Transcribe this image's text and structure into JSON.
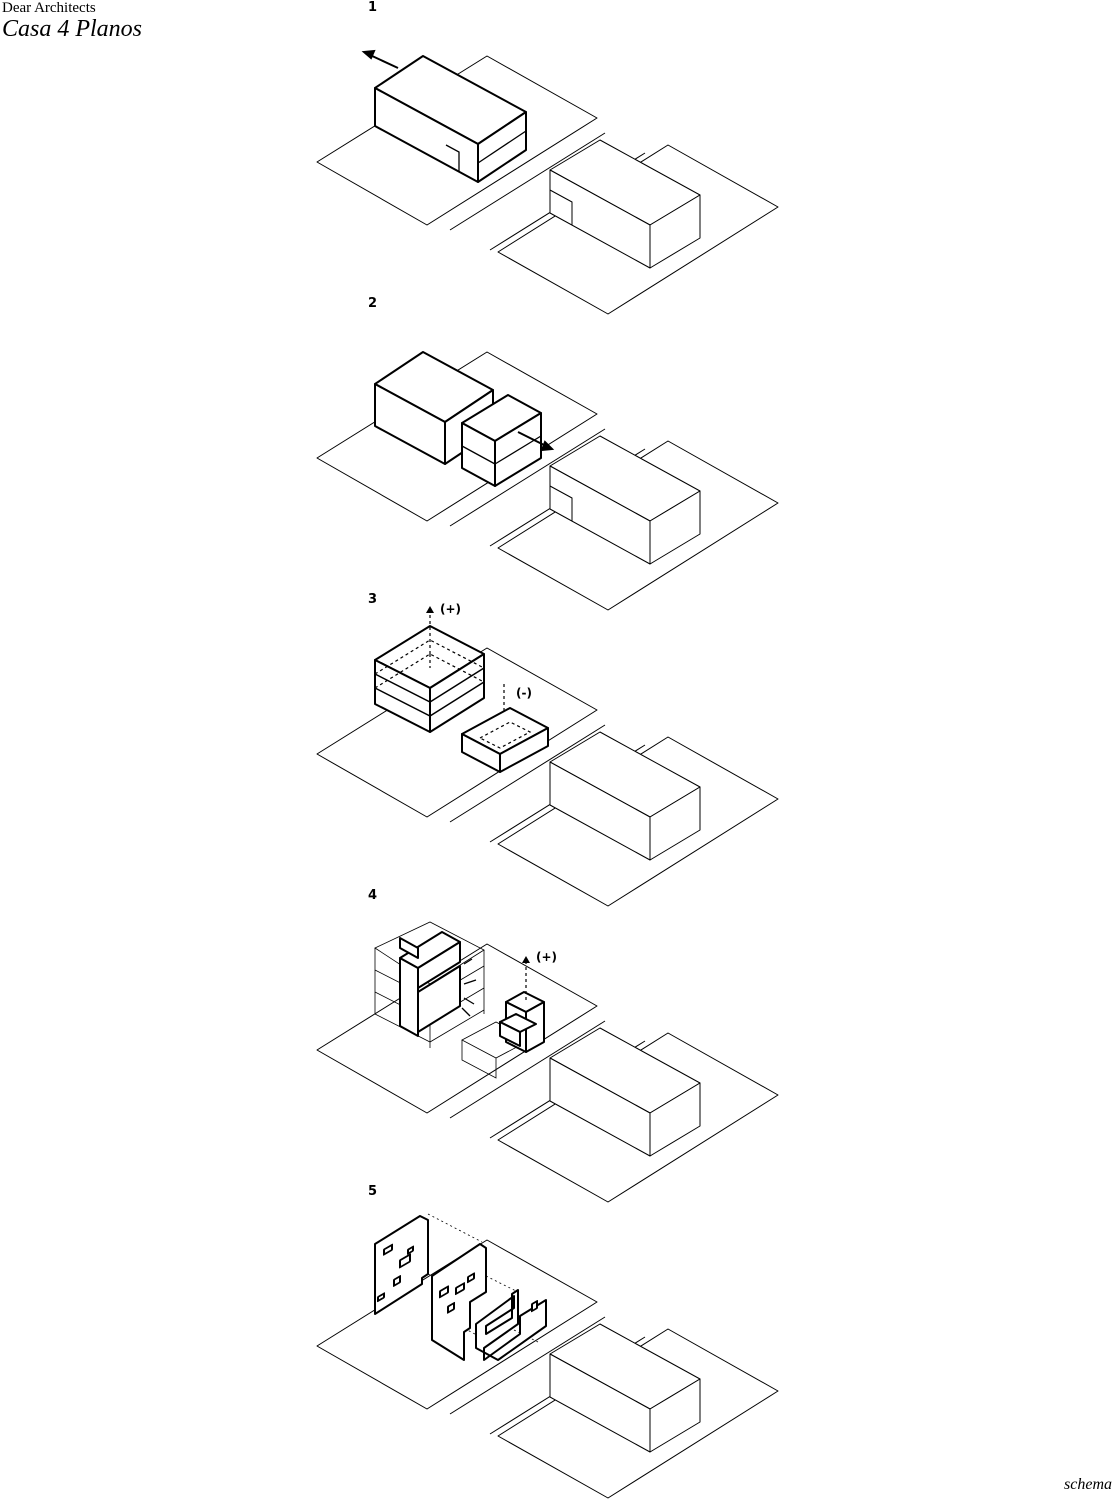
{
  "header": {
    "office": "Dear Architects",
    "project": "Casa 4 Planos"
  },
  "steps": [
    {
      "number": "1",
      "annotations": []
    },
    {
      "number": "2",
      "annotations": []
    },
    {
      "number": "3",
      "annotations": [
        "(+)",
        "(-)"
      ]
    },
    {
      "number": "4",
      "annotations": [
        "(+)"
      ]
    },
    {
      "number": "5",
      "annotations": []
    }
  ],
  "footer": {
    "label": "schema"
  },
  "colors": {
    "line": "#000000",
    "background": "#ffffff"
  }
}
